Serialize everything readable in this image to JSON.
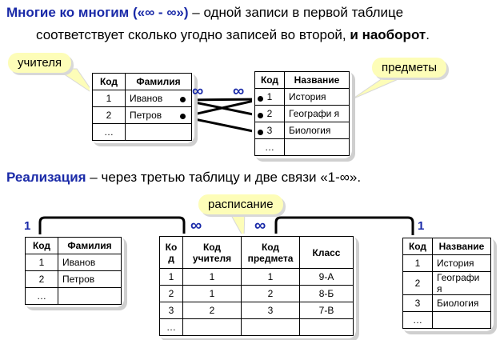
{
  "heading1": {
    "term": "Многие ко многим («∞ - ∞»)",
    "rest": " – одной записи в первой таблице",
    "line2": "соответствует сколько угодно записей во второй, ",
    "line2_bold": "и наоборот",
    "line2_end": "."
  },
  "callouts": {
    "teachers": "учителя",
    "subjects": "предметы",
    "schedule": "расписание"
  },
  "heading2": {
    "term": "Реализация",
    "rest": " – через третью таблицу и две связи «1-∞»."
  },
  "symbols": {
    "infinity": "∞",
    "one": "1"
  },
  "teachers_table": {
    "headers": [
      "Код",
      "Фамилия"
    ],
    "rows": [
      [
        "1",
        "Иванов"
      ],
      [
        "2",
        "Петров"
      ],
      [
        "…",
        ""
      ]
    ]
  },
  "subjects_table": {
    "headers": [
      "Код",
      "Название"
    ],
    "rows": [
      [
        "1",
        "История"
      ],
      [
        "2",
        "Географи я"
      ],
      [
        "3",
        "Биология"
      ],
      [
        "…",
        ""
      ]
    ]
  },
  "schedule_table": {
    "headers": [
      "Ко д",
      "Код учителя",
      "Код предмета",
      "Класс"
    ],
    "rows": [
      [
        "1",
        "1",
        "1",
        "9-А"
      ],
      [
        "2",
        "1",
        "2",
        "8-Б"
      ],
      [
        "3",
        "2",
        "3",
        "7-В"
      ],
      [
        "…",
        "",
        "",
        ""
      ]
    ]
  }
}
